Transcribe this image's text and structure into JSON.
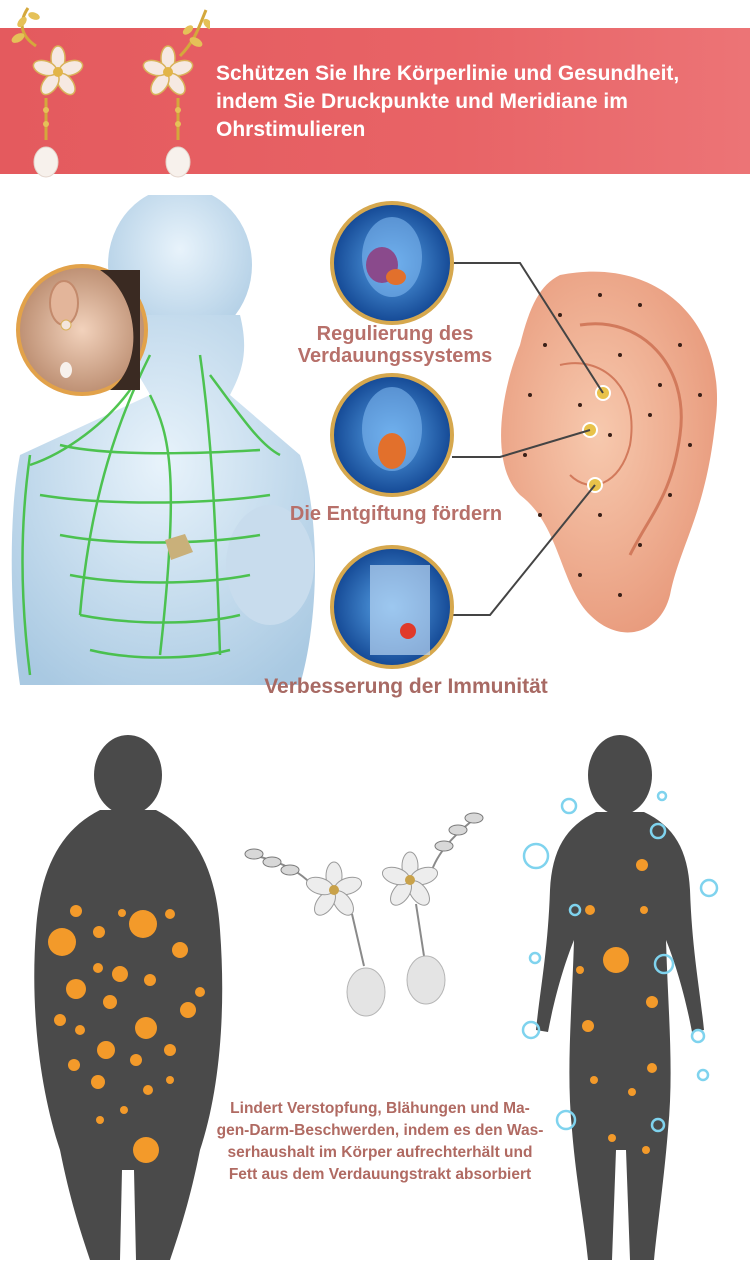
{
  "banner": {
    "title_lines": [
      "Schützen Sie Ihre Körperlinie und Gesundheit,",
      "indem Sie Druckpunkte und Meridiane im",
      "Ohrstimulieren"
    ]
  },
  "anatomy": {
    "label_digestive_1": "Regulierung des",
    "label_digestive_2": "Verdauungssystems",
    "label_detox": "Die Entgiftung fördern",
    "label_immunity": "Verbesserung der Immunität"
  },
  "bottom": {
    "description_lines": [
      "Lindert Verstopfung, Blähungen und Ma-",
      "gen-Darm-Beschwerden, indem es den Was-",
      "serhaushalt im Körper aufrechterhält und",
      "Fett aus dem Verdauungstrakt absorbiert"
    ]
  },
  "colors": {
    "banner_red": "#e45a5e",
    "label_brown": "#b7706a",
    "silhouette": "#4a4a4a",
    "fat_orange": "#f39a2a",
    "water_blue": "#7fd3ee"
  }
}
